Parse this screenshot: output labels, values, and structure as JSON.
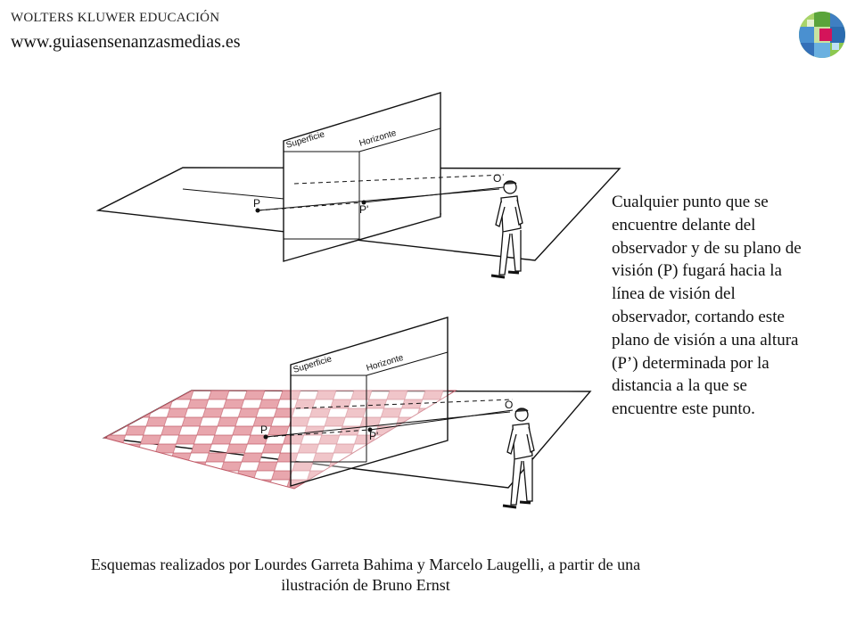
{
  "header": {
    "publisher": "WOLTERS KLUWER EDUCACIÓN",
    "website": "www.guiasensenanzasmedias.es"
  },
  "logo": {
    "icon": "wolters-kluwer-logo-icon",
    "accent_color": "#d4145a"
  },
  "diagram_top": {
    "surface_label": "Superficie",
    "horizon_label": "Horizonte",
    "observer_label": "O",
    "point_label": "P",
    "projected_point_label": "P'"
  },
  "diagram_bottom": {
    "surface_label": "Superficie",
    "horizon_label": "Horizonte",
    "observer_label": "O",
    "point_label": "P",
    "projected_point_label": "P'",
    "checker_color": "#e8a6ad"
  },
  "body_text": "Cualquier punto que se encuentre delante del observador y de su plano de visión (P) fugará hacia la línea de visión del observador, cortando este plano de visión a una altura (P’) determinada por la distancia a la que se encuentre este punto.",
  "caption": "Esquemas realizados por Lourdes Garreta Bahima y Marcelo Laugelli, a partir de una ilustración de Bruno Ernst"
}
